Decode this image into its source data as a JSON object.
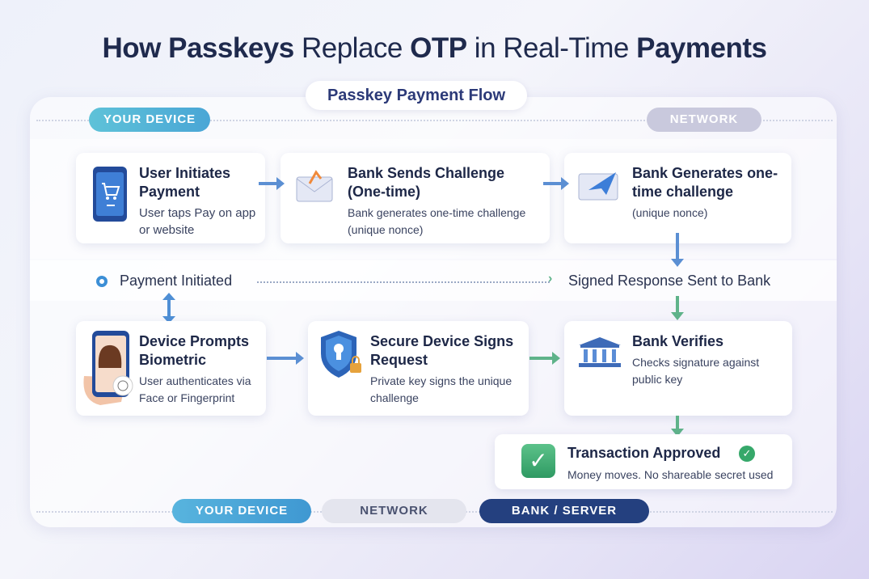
{
  "title": {
    "p1": "How Passkeys",
    "p2": " Replace ",
    "p3": "OTP",
    "p4": " in Real-Time ",
    "p5": "Payments"
  },
  "flow_label": "Passkey Payment Flow",
  "header": {
    "left": "YOUR DEVICE",
    "right": "NETWORK"
  },
  "steps": [
    {
      "title": "User Initiates Payment",
      "desc": "User taps Pay on app or website",
      "icon": "phone-cart-icon"
    },
    {
      "title": "Bank Sends Challenge (One-time)",
      "desc": "Bank generates one-time challenge (unique nonce)",
      "icon": "envelope-icon"
    },
    {
      "title": "Bank Generates one-time challenge",
      "desc": "(unique nonce)",
      "icon": "paper-plane-envelope-icon"
    },
    {
      "title": "Device Prompts Biometric",
      "desc": "User authenticates via Face or Fingerprint",
      "icon": "face-fingerprint-icon"
    },
    {
      "title": "Secure Device Signs Request",
      "desc": "Private key signs the unique challenge",
      "icon": "shield-keyhole-icon"
    },
    {
      "title": "Bank Verifies",
      "desc": "Checks signature against public key",
      "icon": "bank-icon"
    }
  ],
  "status": {
    "left": "Payment Initiated",
    "right": "Signed Response Sent to Bank"
  },
  "approved": {
    "title": "Transaction Approved",
    "desc": "Money moves. No shareable secret used"
  },
  "legend": [
    "YOUR DEVICE",
    "NETWORK",
    "BANK / SERVER"
  ],
  "colors": {
    "device": "#4bb0d6",
    "network": "#d9dbe6",
    "bank": "#24407f",
    "arrow_blue": "#5b8fd3",
    "arrow_green": "#5fb38a"
  }
}
